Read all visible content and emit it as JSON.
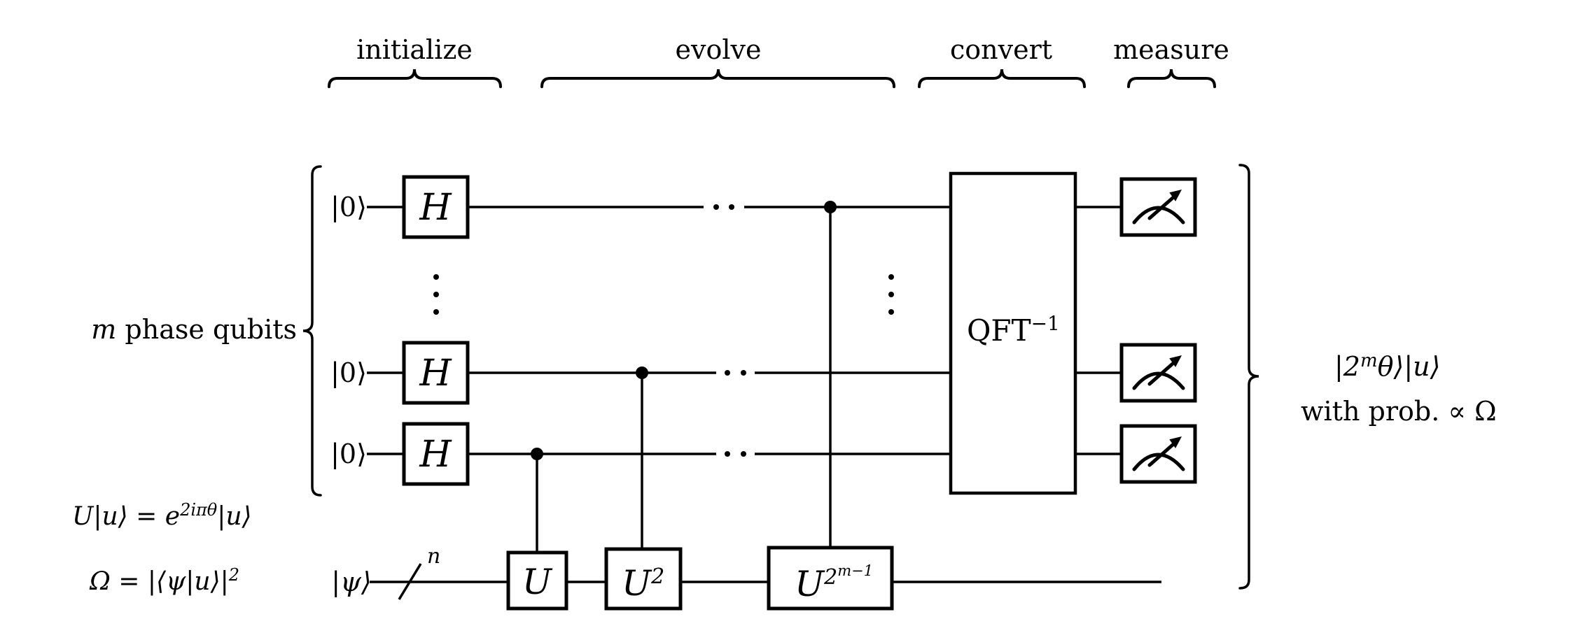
{
  "colors": {
    "ink": "#000000",
    "background": "#ffffff"
  },
  "stages": [
    "initialize",
    "evolve",
    "convert",
    "measure"
  ],
  "left_panel": {
    "group_label": {
      "m": "m",
      "rest": " phase qubits"
    },
    "eigen_equation": {
      "pre": "U|u⟩ = e",
      "sup": "2iπθ",
      "post": "|u⟩"
    },
    "overlap_equation": {
      "pre": "Ω = |⟨ψ|u⟩|",
      "sup": "2"
    }
  },
  "registers": {
    "zero_ket": "|0⟩",
    "psi_ket": "|ψ⟩",
    "bus_label": "n"
  },
  "gates": {
    "hadamard": "H",
    "u": "U",
    "u_squared": {
      "base": "U",
      "sup": "2"
    },
    "u_power": {
      "base": "U",
      "sup": "2",
      "sup_exp": "m−1"
    },
    "qft_inverse": {
      "base": "QFT",
      "sup": "−1"
    }
  },
  "output": {
    "result_ket": {
      "pre": "|2",
      "sup": "m",
      "post": "θ⟩|u⟩"
    },
    "probability": "with prob. ∝ Ω"
  },
  "icons": {
    "meter": "measurement-gauge",
    "control": "filled-control-dot",
    "ellipsis_horizontal": "· ·",
    "ellipsis_vertical": "⋮"
  }
}
